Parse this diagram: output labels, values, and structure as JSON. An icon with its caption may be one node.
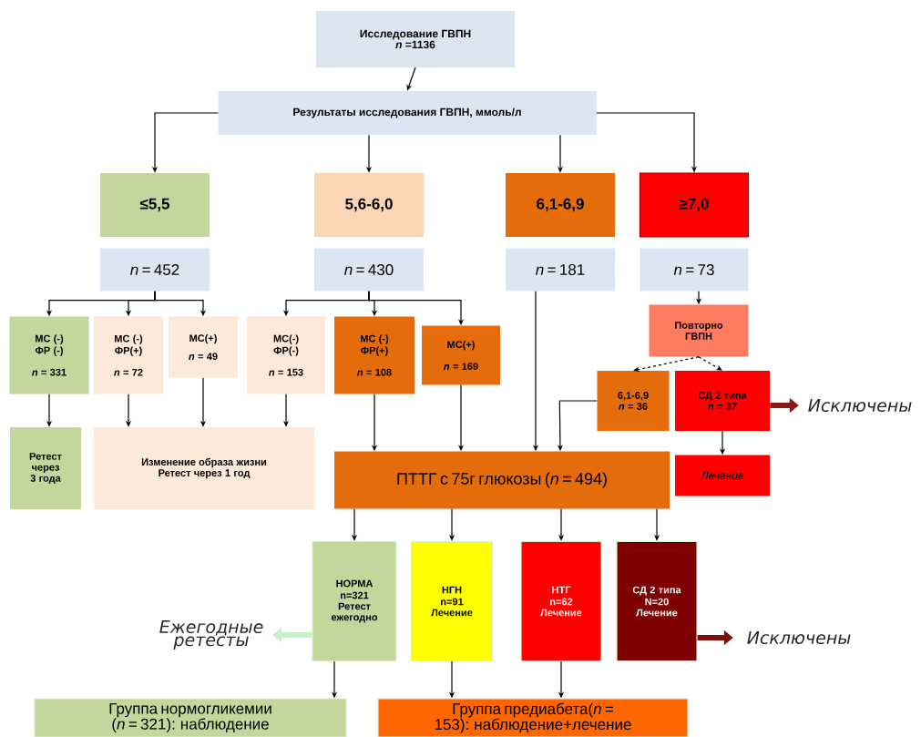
{
  "diagram": {
    "nodes": [
      {
        "text": [
          "Исследование ГВПН",
          "*n* =1136"
        ]
      },
      {
        "text": [
          "Результаты исследования ГВПН, ммоль/л"
        ]
      },
      {
        "text": [
          "≤5,5"
        ]
      },
      {
        "text": [
          "5,6-6,0"
        ]
      },
      {
        "text": [
          "6,1-6,9"
        ]
      },
      {
        "text": [
          "≥7,0"
        ]
      },
      {
        "text": [
          "*n* = 452"
        ]
      },
      {
        "text": [
          "*n* = 430"
        ]
      },
      {
        "text": [
          "*n* = 181"
        ]
      },
      {
        "text": [
          "*n* = 73"
        ]
      },
      {
        "text": [
          "Повторно ГВПН"
        ]
      },
      {
        "text": [
          "МС (-) ФР (-)",
          "*n* = 331"
        ]
      },
      {
        "text": [
          "МС (-) ФР(+)",
          "*n* = 72"
        ]
      },
      {
        "text": [
          "МС(+)",
          "*n* = 49"
        ]
      },
      {
        "text": [
          "МС(-) ФР(-)",
          "*n* = 153"
        ]
      },
      {
        "text": [
          "МС (-) ФР(+)",
          "*n* = 108"
        ]
      },
      {
        "text": [
          "МС(+)",
          "*n* = 169"
        ]
      },
      {
        "text": [
          "6,1-6,9",
          "*n* = 36"
        ]
      },
      {
        "text": [
          "СД 2 типа",
          "*n* = 37"
        ]
      },
      {
        "text": [
          "Ретест через 3 года"
        ]
      },
      {
        "text": [
          "Изменение образа жизни",
          "Ретест через 1 год"
        ]
      },
      {
        "text": [
          "ПТТГ с 75г глюкозы (*n* = 494)"
        ]
      },
      {
        "text": [
          "Лечение"
        ]
      },
      {
        "text": [
          "Исключены"
        ]
      },
      {
        "text": [
          "НОРМА",
          "n=321",
          "Ретест ежегодно"
        ]
      },
      {
        "text": [
          "НГН",
          "n=91",
          "Лечение"
        ]
      },
      {
        "text": [
          "НТГ",
          "n=62",
          "Лечение"
        ]
      },
      {
        "text": [
          "СД 2 типа",
          "N=20",
          "Лечение"
        ]
      },
      {
        "text": [
          "Ежегодные ретесты"
        ]
      },
      {
        "text": [
          "Исключены"
        ]
      },
      {
        "text": [
          "Группа нормогликемии (*n* = 321): наблюдение"
        ]
      },
      {
        "text": [
          "Группа предиабета(*n* = 153): наблюдение+лечение"
        ]
      }
    ],
    "edges": [
      {
        "from": 0,
        "to": 1,
        "arrow": "to"
      },
      {
        "from": 1,
        "to": 2,
        "arrow": "to"
      },
      {
        "from": 1,
        "to": 3,
        "arrow": "to"
      },
      {
        "from": 1,
        "to": 4,
        "arrow": "to"
      },
      {
        "from": 1,
        "to": 5,
        "arrow": "to"
      },
      {
        "from": 6,
        "to": 11,
        "arrow": "to"
      },
      {
        "from": 6,
        "to": 12,
        "arrow": "to"
      },
      {
        "from": 6,
        "to": 13,
        "arrow": "to"
      },
      {
        "from": 7,
        "to": 14,
        "arrow": "to"
      },
      {
        "from": 7,
        "to": 15,
        "arrow": "to"
      },
      {
        "from": 7,
        "to": 16,
        "arrow": "to"
      },
      {
        "from": 9,
        "to": 10,
        "arrow": "to"
      },
      {
        "from": 10,
        "to": 17,
        "arrow": "to",
        "style": "dashed"
      },
      {
        "from": 10,
        "to": 18,
        "arrow": "to",
        "style": "dashed"
      },
      {
        "from": 11,
        "to": 19,
        "arrow": "to"
      },
      {
        "from": 12,
        "to": 20,
        "arrow": "to"
      },
      {
        "from": 13,
        "to": 20,
        "arrow": "to"
      },
      {
        "from": 14,
        "to": 20,
        "arrow": "to"
      },
      {
        "from": 15,
        "to": 21,
        "arrow": "to"
      },
      {
        "from": 16,
        "to": 21,
        "arrow": "to"
      },
      {
        "from": 8,
        "to": 21,
        "arrow": "to"
      },
      {
        "from": 17,
        "to": 21,
        "arrow": "to"
      },
      {
        "from": 18,
        "to": 22,
        "arrow": "to"
      },
      {
        "from": 18,
        "to": 23,
        "arrow": "to",
        "style": "thick",
        "color": "#8b1a1a"
      },
      {
        "from": 21,
        "to": 24,
        "arrow": "to"
      },
      {
        "from": 21,
        "to": 25,
        "arrow": "to"
      },
      {
        "from": 21,
        "to": 26,
        "arrow": "to"
      },
      {
        "from": 21,
        "to": 27,
        "arrow": "to"
      },
      {
        "from": 24,
        "to": 28,
        "arrow": "to",
        "style": "thick",
        "color": "#c8f0c8"
      },
      {
        "from": 27,
        "to": 29,
        "arrow": "to",
        "style": "thick",
        "color": "#7f1010"
      },
      {
        "from": 24,
        "to": 30,
        "arrow": "to"
      },
      {
        "from": 25,
        "to": 31,
        "arrow": "to"
      },
      {
        "from": 26,
        "to": 31,
        "arrow": "to"
      }
    ]
  }
}
